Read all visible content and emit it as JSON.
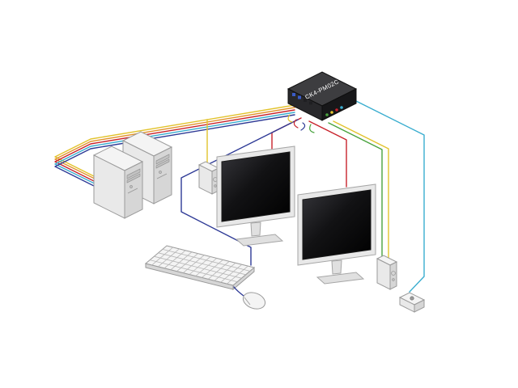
{
  "page": {
    "background_color": "#ffffff"
  },
  "kvm_switch": {
    "label": "CK4-PM02C"
  },
  "colors": {
    "cable_red": "#c8232c",
    "cable_blue": "#2e3a96",
    "cable_cyan": "#3aadcf",
    "cable_yellow": "#e2c32d",
    "cable_orange": "#e2922d",
    "cable_green": "#49a33e",
    "switch_top": "#3d3d40",
    "switch_front": "#28282b",
    "switch_side": "#171719",
    "port_blue": "#3a5bc7",
    "port_dark": "#1f1f22"
  },
  "devices": {
    "items": [
      "kvm-switch",
      "pc-tower-1",
      "pc-tower-2",
      "monitor-1",
      "monitor-2",
      "speaker-left",
      "speaker-right",
      "keyboard",
      "mouse",
      "wired-remote-switch"
    ]
  }
}
